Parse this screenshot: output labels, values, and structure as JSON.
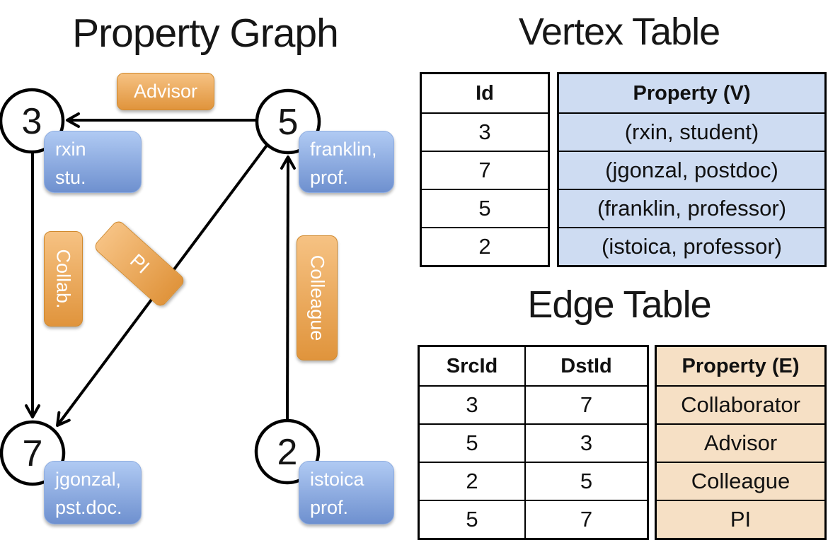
{
  "graph": {
    "title": "Property Graph",
    "nodes": [
      {
        "id": "3",
        "label_line1": "rxin",
        "label_line2": "stu."
      },
      {
        "id": "5",
        "label_line1": "franklin,",
        "label_line2": "prof."
      },
      {
        "id": "7",
        "label_line1": "jgonzal,",
        "label_line2": "pst.doc."
      },
      {
        "id": "2",
        "label_line1": "istoica",
        "label_line2": "prof."
      }
    ],
    "edge_labels": {
      "advisor": "Advisor",
      "collab": "Collab.",
      "pi": "PI",
      "colleague": "Colleague"
    }
  },
  "vertex_table": {
    "title": "Vertex Table",
    "columns": {
      "id": "Id",
      "property": "Property (V)"
    },
    "rows": [
      {
        "id": "3",
        "property": "(rxin, student)"
      },
      {
        "id": "7",
        "property": "(jgonzal, postdoc)"
      },
      {
        "id": "5",
        "property": "(franklin, professor)"
      },
      {
        "id": "2",
        "property": "(istoica, professor)"
      }
    ]
  },
  "edge_table": {
    "title": "Edge Table",
    "columns": {
      "src": "SrcId",
      "dst": "DstId",
      "property": "Property (E)"
    },
    "rows": [
      {
        "src": "3",
        "dst": "7",
        "property": "Collaborator"
      },
      {
        "src": "5",
        "dst": "3",
        "property": "Advisor"
      },
      {
        "src": "2",
        "dst": "5",
        "property": "Colleague"
      },
      {
        "src": "5",
        "dst": "7",
        "property": "PI"
      }
    ]
  },
  "colors": {
    "edge_pill_top": "#f6c283",
    "edge_pill_bottom": "#e0943c",
    "node_box_top": "#b0caf3",
    "node_box_bottom": "#6e90cf",
    "vertex_property_bg": "#cedcf2",
    "edge_property_bg": "#f6e0c5",
    "line": "#000000"
  }
}
